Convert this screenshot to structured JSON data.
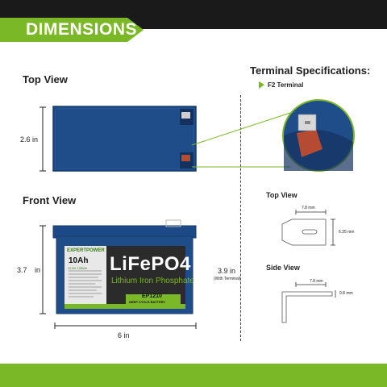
{
  "header": {
    "title": "DIMENSIONS"
  },
  "top_view": {
    "title": "Top View",
    "height_label": "2.6 in"
  },
  "front_view": {
    "title": "Front View",
    "height_label_num": "3.7",
    "height_label_unit": "in",
    "width_label": "6 in",
    "terminal_height_label": "3.9  in",
    "terminal_height_note": "(With Terminal)"
  },
  "battery_label": {
    "brand": "EXPERTPOWER",
    "capacity": "10Ah",
    "voltage": "12.8V 128Wh",
    "chemistry": "LiFePO4",
    "subtitle": "Lithium Iron Phosphate",
    "model": "EP1210",
    "type": "DEEP CYCLE BATTERY"
  },
  "terminal": {
    "title": "Terminal Specifications:",
    "type": "F2 Terminal",
    "top_view": {
      "title": "Top View",
      "width": "7.8 mm",
      "height": "6.35 mm"
    },
    "side_view": {
      "title": "Side  View",
      "width": "7.8 mm",
      "thickness": "0.8 mm"
    }
  },
  "colors": {
    "accent": "#7ab828",
    "battery": "#1f4d8a",
    "header": "#1a1a1a"
  }
}
